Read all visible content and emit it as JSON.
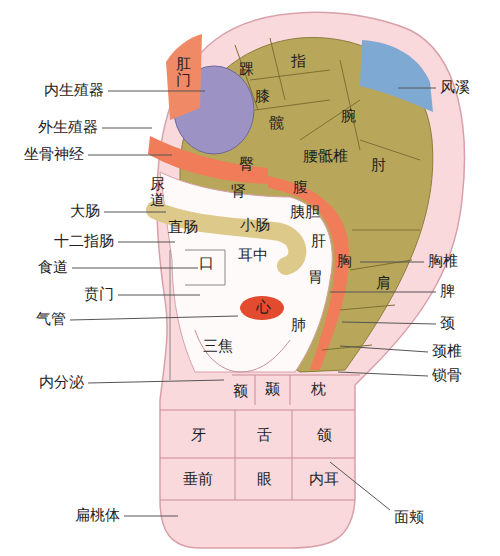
{
  "diagram": {
    "labels": [
      "内生殖器",
      "外生殖器",
      "坐骨神经",
      "大肠",
      "十二指肠",
      "食道",
      "贲门",
      "气管",
      "内分泌",
      "扁桃体",
      "风溪",
      "胸椎",
      "脾",
      "颈",
      "颈椎",
      "锁骨",
      "面颊",
      "肛门",
      "踝",
      "指",
      "膝",
      "髋",
      "腕",
      "臀",
      "腰骶椎",
      "肘",
      "尿道",
      "肾",
      "腹",
      "直肠",
      "小肠",
      "胰胆",
      "口",
      "耳中",
      "肝",
      "胸",
      "胃",
      "肩",
      "心",
      "肺",
      "三焦",
      "额",
      "颞",
      "枕",
      "牙",
      "舌",
      "颌",
      "垂前",
      "眼",
      "内耳"
    ]
  }
}
